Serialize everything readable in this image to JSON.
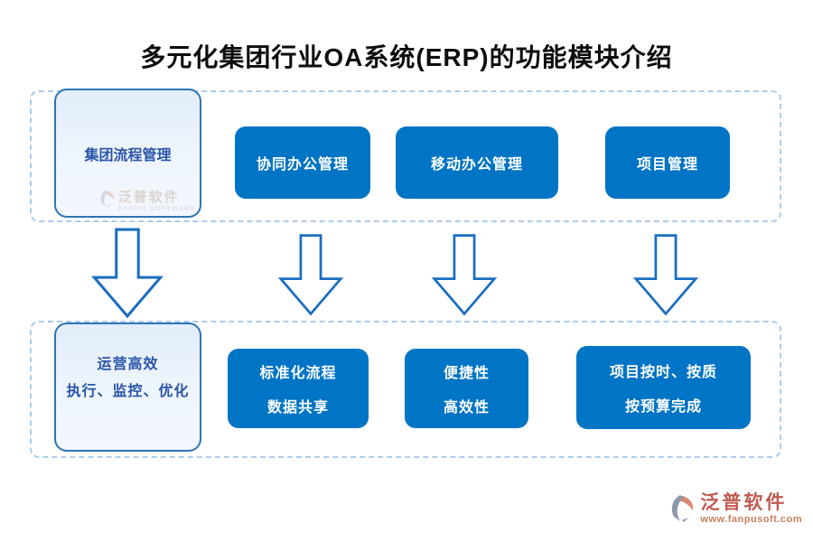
{
  "title": "多元化集团行业OA系统(ERP)的功能模块介绍",
  "top_row": {
    "lead": "集团流程管理",
    "modules": [
      "协同办公管理",
      "移动办公管理",
      "项目管理"
    ]
  },
  "bottom_row": {
    "lead_line1": "运营高效",
    "lead_line2": "执行、监控、优化",
    "benefits": [
      {
        "line1": "标准化流程",
        "line2": "数据共享"
      },
      {
        "line1": "便捷性",
        "line2": "高效性"
      },
      {
        "line1": "项目按时、按质",
        "line2": "按预算完成"
      }
    ]
  },
  "watermark": {
    "name": "泛普软件",
    "subtitle": "FANPU SOFTWARE"
  },
  "brand": {
    "name": "泛普软件",
    "url": "www.fanpusoft.com"
  },
  "colors": {
    "module_blue": "#0074c5",
    "lead_border": "#2e74b5",
    "lead_text": "#2b55a8",
    "dashed_border": "#abccec",
    "arrow_stroke": "#1b6ec2",
    "brand_red": "#c05a52",
    "title_color": "#0d0d0d"
  }
}
